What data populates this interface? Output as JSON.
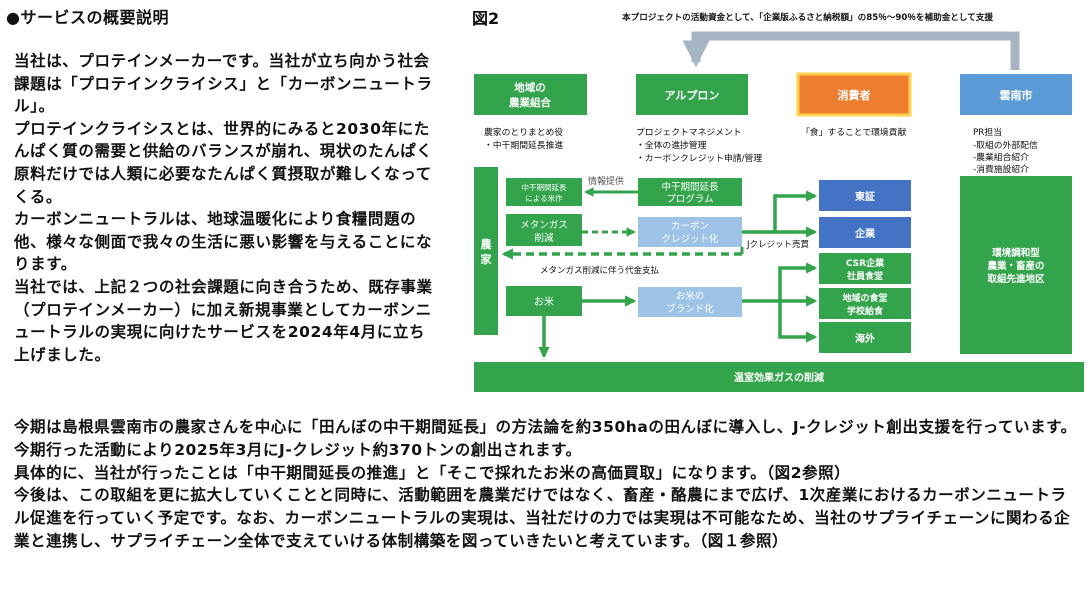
{
  "section": {
    "bullet": "●",
    "title": "サービスの概要説明"
  },
  "left_paragraphs": [
    "当社は、プロテインメーカーです。当社が立ち向かう社会課題は「プロテインクライシス」と「カーボンニュートラル」。",
    "プロテインクライシスとは、世界的にみると2030年にたんぱく質の需要と供給のバランスが崩れ、現状のたんぱく原料だけでは人類に必要なたんぱく質摂取が難しくなってくる。",
    "カーボンニュートラルは、地球温暖化により食糧問題の他、様々な側面で我々の生活に悪い影響を与えることになります。",
    "当社では、上記２つの社会課題に向き合うため、既存事業（プロテインメーカー）に加え新規事業としてカーボンニュートラルの実現に向けたサービスを2024年4月に立ち上げました。"
  ],
  "bottom_paragraphs": [
    "今期は島根県雲南市の農家さんを中心に「田んぼの中干期間延長」の方法論を約350haの田んぼに導入し、J-クレジット創出支援を行っています。今期行った活動により2025年3月にJ-クレジット約370トンの創出されます。",
    "具体的に、当社が行ったことは「中干期間延長の推進」と「そこで採れたお米の高価買取」になります。（図2参照）",
    "今後は、この取組を更に拡大していくことと同時に、活動範囲を農業だけではなく、畜産・酪農にまで広げ、1次産業におけるカーボンニュートラル促進を行っていく予定です。なお、カーボンニュートラルの実現は、当社だけの力では実現は不可能なため、当社のサプライチェーンに関わる企業と連携し、サプライチェーン全体で支えていける体制構築を図っていきたいと考えています。（図１参照）"
  ],
  "figure": {
    "label": "図2",
    "top_note": "本プロジェクトの活動資金として、「企業版ふるさと納税額」の85％～90％を補助金として支援",
    "nodes": {
      "nokyo_line1": "地域の",
      "nokyo_line2": "農業組合",
      "alpron": "アルプロン",
      "consumer": "消費者",
      "unnan": "雲南市",
      "farmer": "農家",
      "info_box_line1": "中干期間延長",
      "info_box_line2": "による米作",
      "methane_line1": "メタンガス",
      "methane_line2": "削減",
      "rice": "お米",
      "program_line1": "中干期間延長",
      "program_line2": "プログラム",
      "credit_line1": "カーボン",
      "credit_line2": "クレジット化",
      "brand_line1": "お米の",
      "brand_line2": "ブランド化",
      "tosho": "東証",
      "kigyo": "企業",
      "csr_line1": "CSR企業",
      "csr_line2": "社員食堂",
      "local_line1": "地域の食堂",
      "local_line2": "学校給食",
      "overseas": "海外",
      "model_line1": "環境調和型",
      "model_line2": "農業・畜産の",
      "model_line3": "取組先進地区",
      "ghg": "温室効果ガスの削減"
    },
    "descriptions": {
      "nokyo_line1": "農家のとりまとめ役",
      "nokyo_line2": "・中干期間延長推進",
      "alpron_line1": "プロジェクトマネジメント",
      "alpron_line2": "・全体の進捗管理",
      "alpron_line3": "・カーボンクレジット申請/管理",
      "consumer_line1": "「食」することで環境貢献",
      "unnan_line1": "PR担当",
      "unnan_line2": "-取組の外部配信",
      "unnan_line3": "-農業組合紹介",
      "unnan_line4": "-消費施設紹介"
    },
    "edge_labels": {
      "info": "情報提供",
      "jcredit": "Jクレジット売買",
      "payment": "メタンガス削減に伴う代金支払"
    },
    "colors": {
      "green": "#33a44b",
      "light_blue": "#9dc3e6",
      "blue": "#4472c4",
      "sky": "#5b9bd5",
      "orange": "#ed7d31",
      "gray_arrow": "#a6b4c4"
    }
  }
}
